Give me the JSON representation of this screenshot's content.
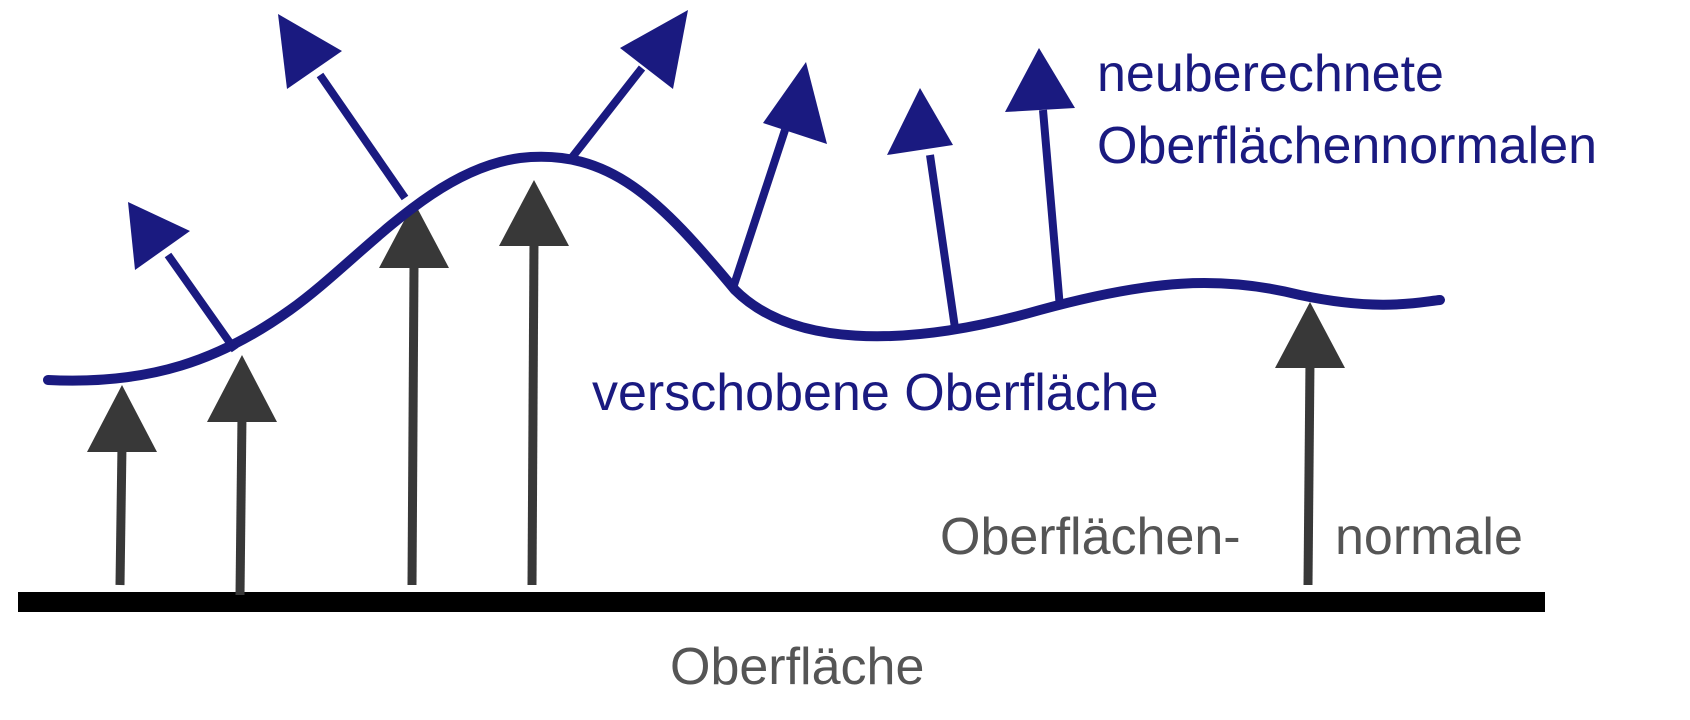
{
  "colors": {
    "displaced": "#1a1a80",
    "normal": "#383838",
    "surface": "#000000",
    "label_gray": "#555555"
  },
  "labels": {
    "recomputed_line1": "neuberechnete",
    "recomputed_line2": "Oberflächennormalen",
    "displaced_surface": "verschobene Oberfläche",
    "surface_normal_part1": "Oberflächen-",
    "surface_normal_part2": "normale",
    "surface": "Oberfläche"
  }
}
